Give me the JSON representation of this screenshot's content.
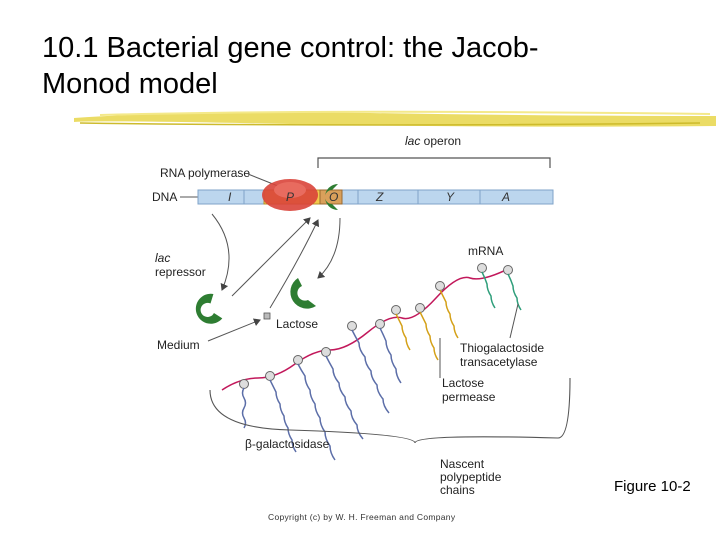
{
  "slide": {
    "title_line1": "10.1 Bacterial gene control: the Jacob-",
    "title_line2": "Monod model",
    "figure_label": "Figure 10-2",
    "copyright": "Copyright (c) by W. H. Freeman and Company"
  },
  "diagram": {
    "operon_italic": "lac",
    "operon_rest": " operon",
    "rna_polymerase": "RNA polymerase",
    "dna": "DNA",
    "gene_i": "I",
    "gene_p": "P",
    "gene_o": "O",
    "gene_z": "Z",
    "gene_y": "Y",
    "gene_a": "A",
    "repressor_italic": "lac",
    "repressor_rest": "repressor",
    "lactose": "Lactose",
    "medium": "Medium",
    "mrna": "mRNA",
    "thiogal_1": "Thiogalactoside",
    "thiogal_2": "transacetylase",
    "permease_1": "Lactose",
    "permease_2": "permease",
    "bgal": "β-galactosidase",
    "nascent_1": "Nascent",
    "nascent_2": "polypeptide",
    "nascent_3": "chains"
  },
  "colors": {
    "dna_bar": "#bcd6ee",
    "promoter": "#f2c94c",
    "polymerase": "#d9443a",
    "repressor": "#2e7d32",
    "mrna": "#c2185b",
    "chain_bgal": "#5c6ea8",
    "chain_permease": "#d4a017",
    "chain_transacetylase": "#2e9e7a",
    "brush": "#e8d64a"
  }
}
